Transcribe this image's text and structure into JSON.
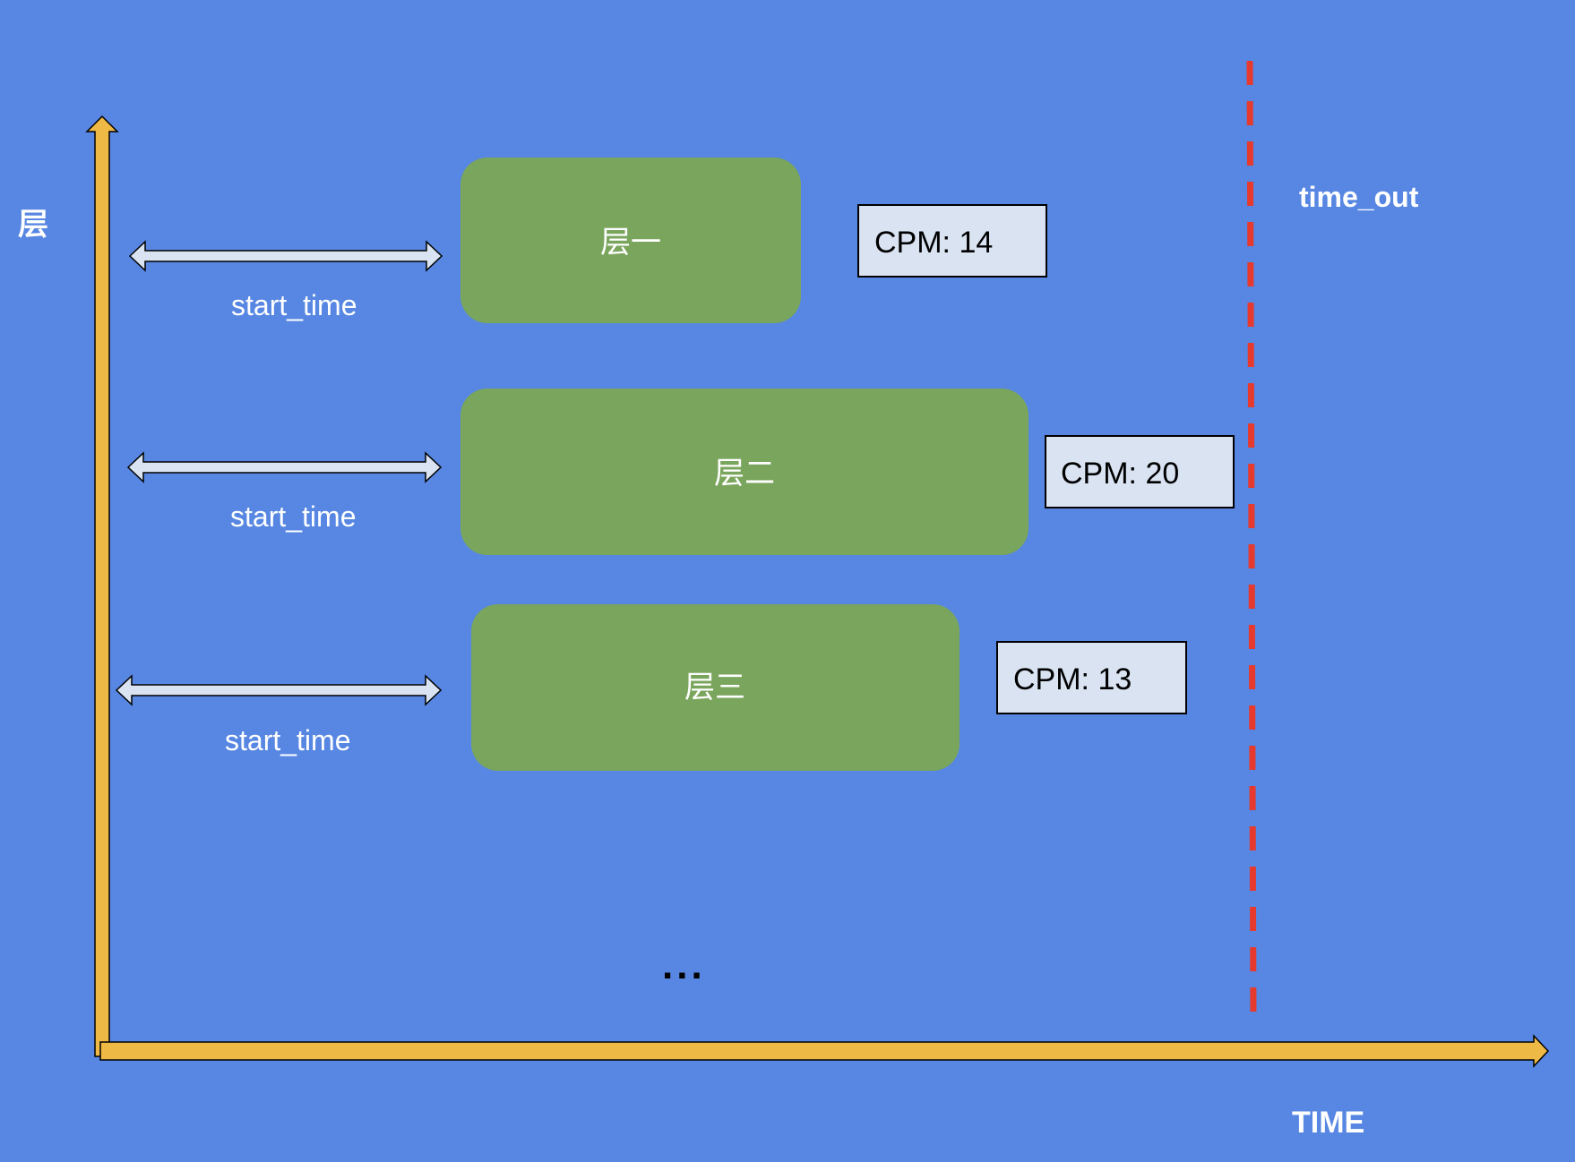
{
  "colors": {
    "background": "#5787e2",
    "axis": "#efb946",
    "layer_box": "#7aa55c",
    "cpm_box": "#d9e3f2",
    "timeout_line": "#e63a2e",
    "arrow_fill": "#d9e3f2"
  },
  "axes": {
    "y_label": "层",
    "x_label": "TIME"
  },
  "timeout": {
    "label": "time_out"
  },
  "layers": [
    {
      "name": "层一",
      "start_label": "start_time",
      "cpm": "CPM: 14"
    },
    {
      "name": "层二",
      "start_label": "start_time",
      "cpm": "CPM: 20"
    },
    {
      "name": "层三",
      "start_label": "start_time",
      "cpm": "CPM: 13"
    }
  ],
  "ellipsis": "..."
}
